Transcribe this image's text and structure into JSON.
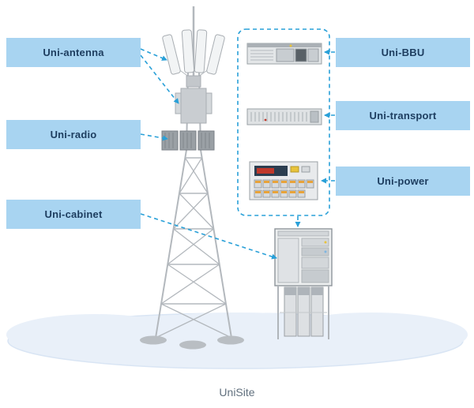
{
  "colors": {
    "accent_blue": "#29a0d8",
    "label_bg": "#a8d4f1",
    "label_text": "#1d3d5f",
    "cloud": "#e9f0f9",
    "tower_gray": "#b3b8bd"
  },
  "labels": {
    "left": [
      {
        "id": "uni-antenna",
        "text": "Uni-antenna"
      },
      {
        "id": "uni-radio",
        "text": "Uni-radio"
      },
      {
        "id": "uni-cabinet",
        "text": "Uni-cabinet"
      }
    ],
    "right": [
      {
        "id": "uni-bbu",
        "text": "Uni-BBU"
      },
      {
        "id": "uni-transport",
        "text": "Uni-transport"
      },
      {
        "id": "uni-power",
        "text": "Uni-power"
      }
    ]
  },
  "caption": "UniSite"
}
